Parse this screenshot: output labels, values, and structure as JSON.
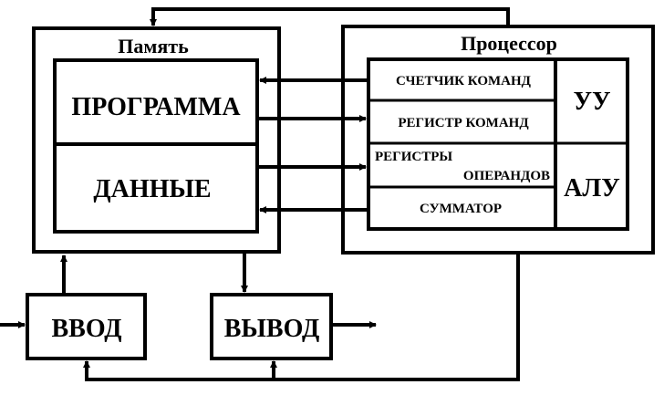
{
  "memory": {
    "title": "Память",
    "program": "ПРОГРАММА",
    "data": "ДАННЫЕ"
  },
  "processor": {
    "title": "Процессор",
    "registers": {
      "counter": "СЧЕТЧИК КОМАНД",
      "instruction": "РЕГИСТР КОМАНД",
      "operands_line1": "РЕГИСТРЫ",
      "operands_line2": "ОПЕРАНДОВ",
      "accumulator": "СУММАТОР"
    },
    "control_unit": "УУ",
    "alu": "АЛУ"
  },
  "input": {
    "label": "ВВОД"
  },
  "output": {
    "label": "ВЫВОД"
  }
}
